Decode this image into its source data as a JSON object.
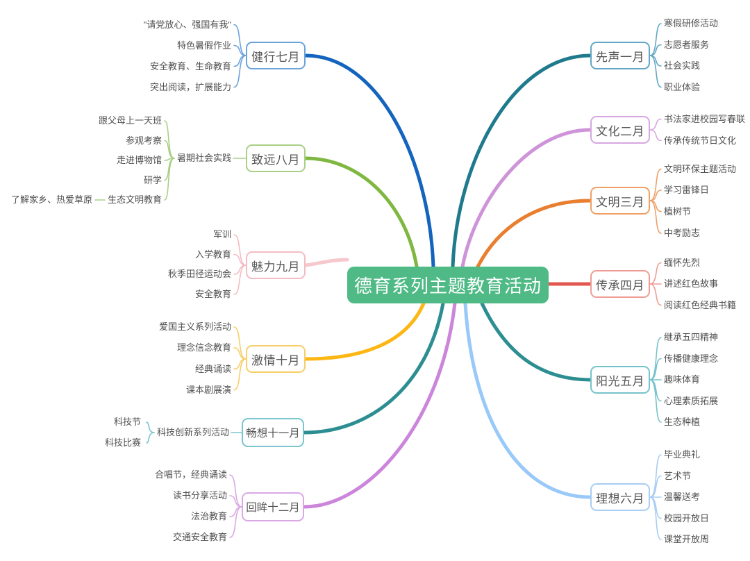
{
  "title": "德育系列主题教育活动",
  "colors": {
    "background": "#ffffff",
    "center_bg": "#4FBA85",
    "center_text": "#ffffff",
    "topic_text": "#555555",
    "leaf_text": "#4f4f4f"
  },
  "branches": [
    {
      "id": "month-1",
      "label": "先声一月",
      "line_color": "#1E7A8C",
      "border_color": "#62A7C7",
      "children": [
        {
          "label": "寒假研修活动"
        },
        {
          "label": "志愿者服务"
        },
        {
          "label": "社会实践"
        },
        {
          "label": "职业体验"
        }
      ]
    },
    {
      "id": "month-2",
      "label": "文化二月",
      "line_color": "#CE93D8",
      "border_color": "#D7A7E2",
      "children": [
        {
          "label": "书法家进校园写春联"
        },
        {
          "label": "传承传统节日文化"
        }
      ]
    },
    {
      "id": "month-3",
      "label": "文明三月",
      "line_color": "#E87E2E",
      "border_color": "#EFA066",
      "children": [
        {
          "label": "文明环保主题活动"
        },
        {
          "label": "学习雷锋日"
        },
        {
          "label": "植树节"
        },
        {
          "label": "中考励志"
        }
      ]
    },
    {
      "id": "month-4",
      "label": "传承四月",
      "line_color": "#E2574F",
      "border_color": "#EF9C95",
      "children": [
        {
          "label": "缅怀先烈"
        },
        {
          "label": "讲述红色故事"
        },
        {
          "label": "阅读红色经典书籍"
        }
      ]
    },
    {
      "id": "month-5",
      "label": "阳光五月",
      "line_color": "#2D8E91",
      "border_color": "#75C3CA",
      "children": [
        {
          "label": "继承五四精神"
        },
        {
          "label": "传播健康理念"
        },
        {
          "label": "趣味体育"
        },
        {
          "label": "心理素质拓展"
        },
        {
          "label": "生态种植"
        }
      ]
    },
    {
      "id": "month-6",
      "label": "理想六月",
      "line_color": "#99C9F8",
      "border_color": "#A9CDF3",
      "children": [
        {
          "label": "毕业典礼"
        },
        {
          "label": "艺术节"
        },
        {
          "label": "温馨送考"
        },
        {
          "label": "校园开放日"
        },
        {
          "label": "课堂开放周"
        }
      ]
    },
    {
      "id": "month-7",
      "label": "健行七月",
      "line_color": "#1464BE",
      "border_color": "#6BA3DC",
      "children": [
        {
          "label": "\"请党放心、强国有我\""
        },
        {
          "label": "特色暑假作业"
        },
        {
          "label": "安全教育、生命教育"
        },
        {
          "label": "突出阅读，扩展能力"
        }
      ]
    },
    {
      "id": "month-8",
      "label": "致远八月",
      "line_color": "#7FB741",
      "border_color": "#A9D086",
      "children": [
        {
          "label": "暑期社会实践",
          "children": [
            {
              "label": "跟父母上一天班"
            },
            {
              "label": "参观考察"
            },
            {
              "label": "走进博物馆"
            },
            {
              "label": "研学"
            },
            {
              "label": "生态文明教育",
              "children": [
                {
                  "label": "了解家乡、热爱草原"
                }
              ]
            }
          ]
        }
      ]
    },
    {
      "id": "month-9",
      "label": "魅力九月",
      "line_color": "#F6C7CD",
      "border_color": "#F4BCC3",
      "children": [
        {
          "label": "军训"
        },
        {
          "label": "入学教育"
        },
        {
          "label": "秋季田径运动会"
        },
        {
          "label": "安全教育"
        }
      ]
    },
    {
      "id": "month-10",
      "label": "激情十月",
      "line_color": "#FCB714",
      "border_color": "#F7CE67",
      "children": [
        {
          "label": "爱国主义系列活动"
        },
        {
          "label": "理念信念教育"
        },
        {
          "label": "经典诵读"
        },
        {
          "label": "课本剧展演"
        }
      ]
    },
    {
      "id": "month-11",
      "label": "畅想十一月",
      "line_color": "#2D8E91",
      "border_color": "#7AC5CE",
      "children": [
        {
          "label": "科技创新系列活动",
          "children": [
            {
              "label": "科技节"
            },
            {
              "label": "科技比赛"
            }
          ]
        }
      ]
    },
    {
      "id": "month-12",
      "label": "回眸十二月",
      "line_color": "#CB85DB",
      "border_color": "#DAA8E5",
      "children": [
        {
          "label": "合唱节，经典诵读"
        },
        {
          "label": "读书分享活动"
        },
        {
          "label": "法治教育"
        },
        {
          "label": "交通安全教育"
        }
      ]
    }
  ]
}
